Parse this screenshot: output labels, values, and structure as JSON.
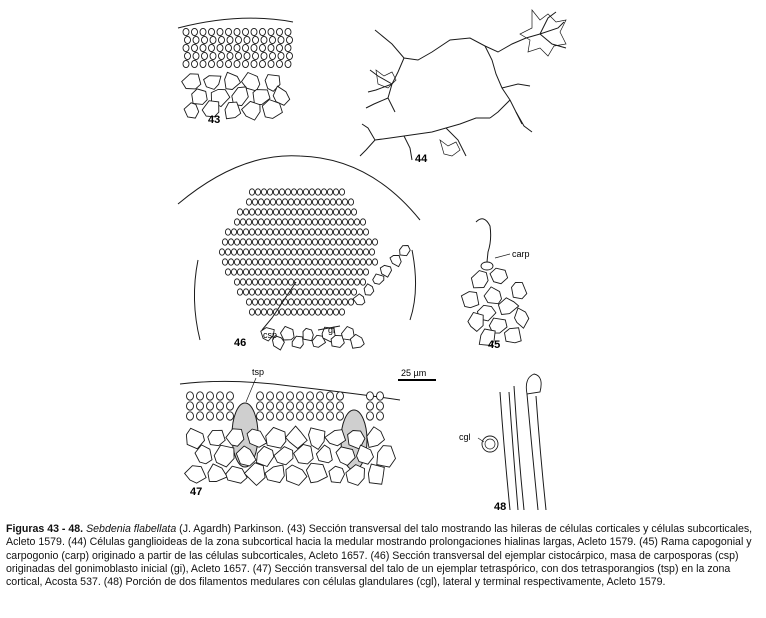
{
  "figures": {
    "f43": {
      "number": "43"
    },
    "f44": {
      "number": "44"
    },
    "f45": {
      "number": "45",
      "label_carp": "carp"
    },
    "f46": {
      "number": "46",
      "label_csp": "csp",
      "label_gl": "gl"
    },
    "f47": {
      "number": "47",
      "label_tsp": "tsp"
    },
    "f48": {
      "number": "48",
      "label_cgl": "cgl"
    }
  },
  "scale_bar": {
    "label": "25 µm"
  },
  "caption": {
    "prefix": "Figuras 43 - 48.",
    "species": "Sebdenia flabellata",
    "authority": "(J. Agardh) Parkinson.",
    "body": "(43) Sección transversal del talo mostrando las hileras de células corticales y células subcorticales, Acleto 1579. (44) Células ganglioideas de la zona subcortical hacia la medular mostrando prolongaciones hialinas largas, Acleto 1579. (45) Rama capogonial y carpogonio (carp) originado a partir de las células subcorticales, Acleto 1657. (46) Sección transversal del ejemplar cistocárpico, masa de carposporas (csp) originadas del gonimoblasto inicial (gi), Acleto 1657. (47) Sección transversal del talo de un ejemplar tetraspórico, con dos tetrasporangios (tsp) en la zona cortical, Acosta 537. (48) Porción de dos filamentos medulares con células glandulares (cgl), lateral y terminal respectivamente, Acleto 1579."
  }
}
